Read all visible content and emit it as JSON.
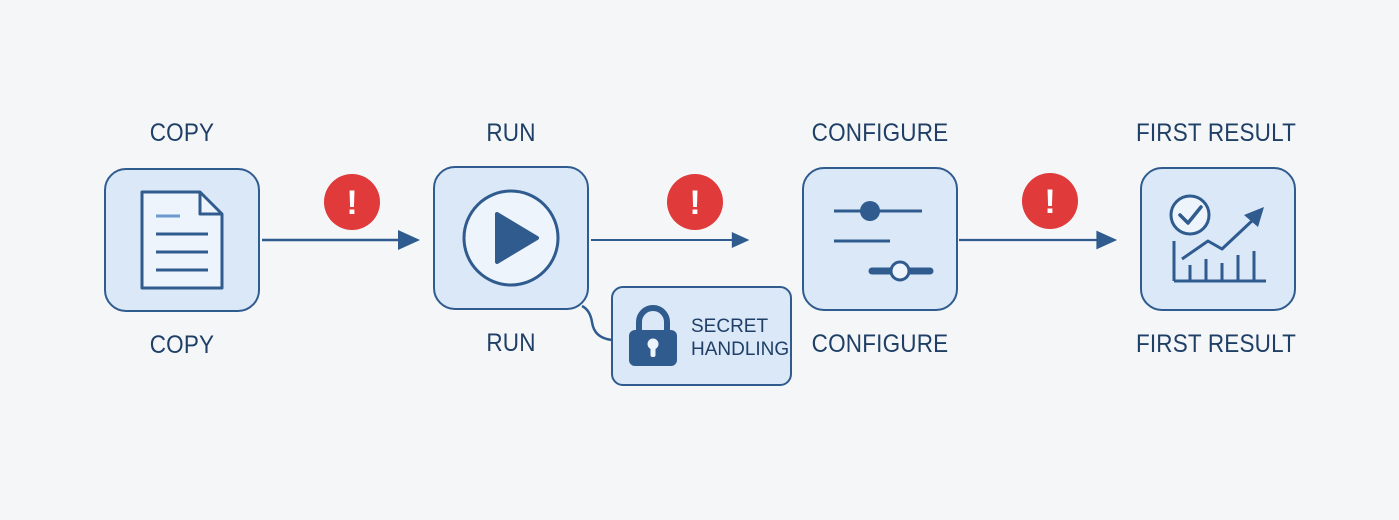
{
  "steps": [
    {
      "id": "copy",
      "label": "COPY",
      "icon": "document-icon"
    },
    {
      "id": "run",
      "label": "RUN",
      "icon": "play-icon"
    },
    {
      "id": "configure",
      "label": "CONFIGURE",
      "icon": "sliders-icon"
    },
    {
      "id": "first_result",
      "label": "FIRST RESULT",
      "icon": "result-chart-icon"
    }
  ],
  "secret_card": {
    "label": "SECRET HANDLING",
    "icon": "lock-icon"
  },
  "alerts": [
    {
      "symbol": "!",
      "icon": "alert-icon"
    },
    {
      "symbol": "!",
      "icon": "alert-icon"
    },
    {
      "symbol": "!",
      "icon": "alert-icon"
    }
  ],
  "colors": {
    "border": "#2f5b8e",
    "fill": "#dbe8f8",
    "text": "#1f3f66",
    "alert": "#e03a3a",
    "background": "#f4f6f8"
  }
}
